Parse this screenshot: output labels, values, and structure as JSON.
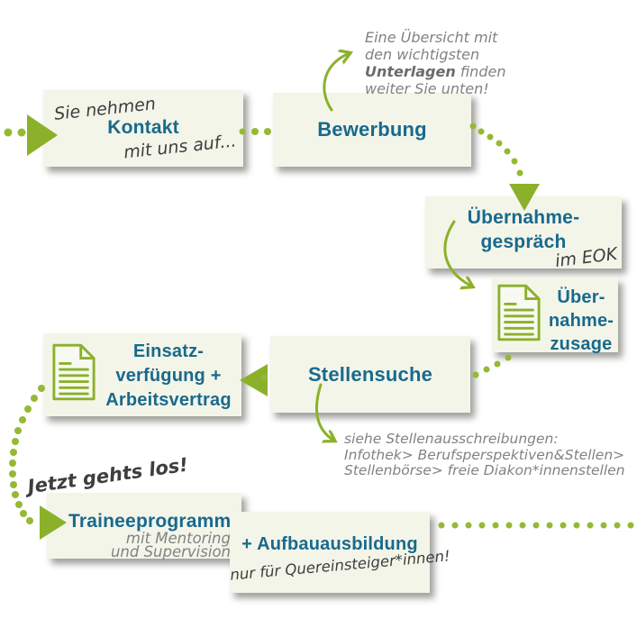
{
  "colors": {
    "green": "#8BB12B",
    "dot_green": "#95B935",
    "blue": "#19698D",
    "dark_text": "#3E3E3E",
    "gray_text": "#828282",
    "box_bg": "#F3F5E9"
  },
  "steps": {
    "kontakt": {
      "pre": "Sie nehmen",
      "title": "Kontakt",
      "post": "mit uns auf..."
    },
    "bewerbung": {
      "title": "Bewerbung"
    },
    "uebernahmegespraech": {
      "line1": "Übernahme-",
      "line2": "gespräch",
      "note": "im EOK"
    },
    "uebernahmezusage": {
      "line1": "Über-",
      "line2": "nahme-",
      "line3": "zusage"
    },
    "stellensuche": {
      "title": "Stellensuche"
    },
    "einsatzverfuegung": {
      "line1": "Einsatz-",
      "line2": "verfügung +",
      "line3": "Arbeitsvertrag"
    },
    "traineeprogramm": {
      "title": "Traineeprogramm",
      "sub_line1": "mit Mentoring",
      "sub_line2": "und Supervision"
    },
    "aufbauausbildung": {
      "title": "+ Aufbauausbildung",
      "note": "nur für Quereinsteiger*innen!"
    }
  },
  "annotations": {
    "unterlagen_hint": {
      "line1": "Eine Übersicht mit",
      "line2": "den wichtigsten",
      "line3_bold": "Unterlagen",
      "line3_rest": " finden",
      "line4": "weiter Sie unten!"
    },
    "stellen_hint": {
      "line1": "siehe Stellenausschreibungen:",
      "line2": "Infothek> Berufsperspektiven&Stellen>",
      "line3": "Stellenbörse> freie Diakon*innenstellen"
    },
    "start_hint": "Jetzt gehts los!"
  }
}
